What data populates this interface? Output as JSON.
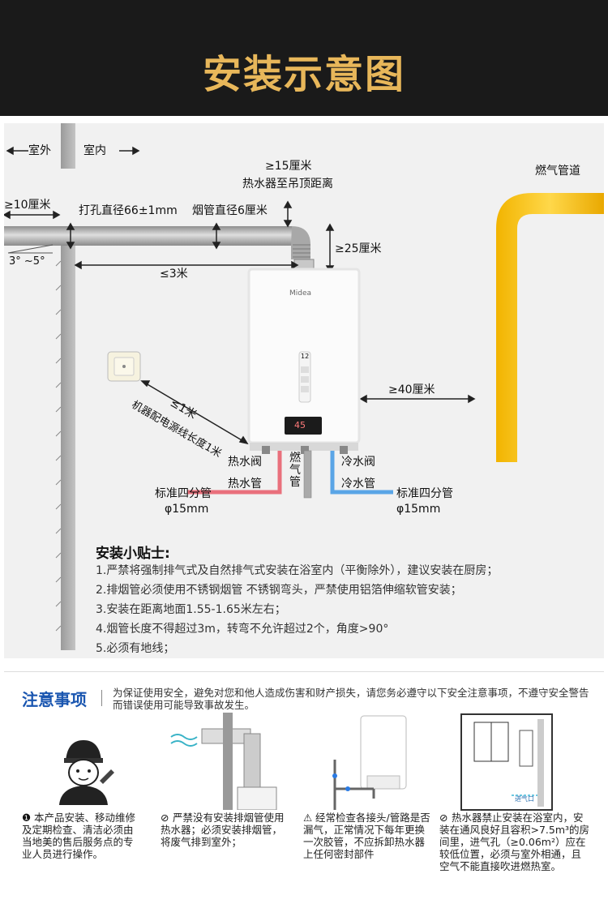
{
  "header": {
    "title": "安装示意图"
  },
  "diagram": {
    "outdoor": "室外",
    "indoor": "室内",
    "ceiling_dist": "≥15厘米",
    "ceiling_desc": "热水器至吊顶距离",
    "pipe_overhang": "≥10厘米",
    "hole_diameter": "打孔直径66±1mm",
    "flue_diameter": "烟管直径6厘米",
    "slope": "3°  ~5°",
    "vertical_25": "≥25厘米",
    "flue_length": "≤3米",
    "gas_pipeline": "燃气管道",
    "socket_dist": "≤1米",
    "power_cord": "机器配电源线长度1米",
    "side_dist": "≥40厘米",
    "hot_valve": "热水阀",
    "hot_pipe": "热水管",
    "gas_pipe": "燃气管",
    "cold_valve": "冷水阀",
    "cold_pipe": "冷水管",
    "pipe_spec_left": "标准四分管",
    "pipe_dia_left": "φ15mm",
    "pipe_spec_right": "标准四分管",
    "pipe_dia_right": "φ15mm",
    "heater_brand": "Midea",
    "display_num": "45",
    "panel_num": "12"
  },
  "tips": {
    "title": "安装小贴士:",
    "items": [
      "1.严禁将强制排气式及自然排气式安装在浴室内（平衡除外），建议安装在厨房；",
      "2.排烟管必须使用不锈钢烟管 不锈钢弯头，严禁使用铝箔伸缩软管安装；",
      "3.安装在距离地面1.55-1.65米左右；",
      "4.烟管长度不得超过3m，转弯不允许超过2个，角度>90°",
      "5.必须有地线；"
    ]
  },
  "notice": {
    "title": "注意事项",
    "desc": "为保证使用安全，避免对您和他人造成伤害和财产损失，请您务必遵守以下安全注意事项，不遵守安全警告而错误使用可能导致事故发生。",
    "cards": [
      {
        "mark": "❶",
        "text": "本产品安装、移动维修及定期检查、清洁必须由当地美的售后服务点的专业人员进行操作。"
      },
      {
        "mark": "⊘",
        "text": "严禁没有安装排烟管使用热水器；必须安装排烟管，将废气排到室外；"
      },
      {
        "mark": "⚠",
        "text": "经常检查各接头/管路是否漏气，正常情况下每年更换一次胶管，不应拆卸热水器上任何密封部件"
      },
      {
        "mark": "⊘",
        "text": "热水器禁止安装在浴室内，安装在通风良好且容积>7.5m³的房间里，进气孔（≥0.06m²）应在较低位置，必须与室外相通，且空气不能直接吹进燃热室。"
      }
    ],
    "inlet_label": "进气口"
  },
  "colors": {
    "header_bg": "#1a1a1a",
    "title_gold": "#e8b75a",
    "gas_pipe_yellow": "#f6c21a",
    "hot_pipe_red": "#e9707c",
    "cold_pipe_blue": "#5aa5e6",
    "notice_blue": "#1a56b0"
  }
}
